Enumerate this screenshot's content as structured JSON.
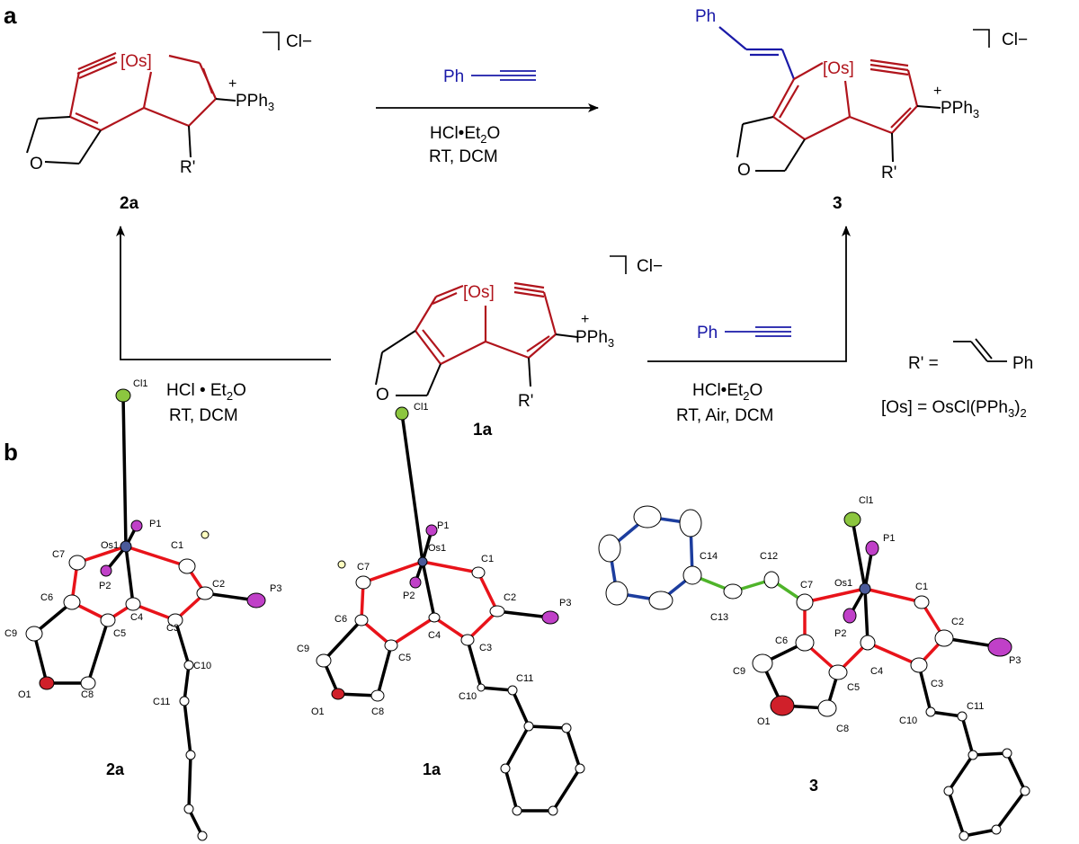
{
  "colors": {
    "red": "#b0141c",
    "blue": "#1a1aa8",
    "bond_red": "#e8131a",
    "bond_black": "#000000",
    "bond_green": "#4fb42a",
    "bond_blue": "#1c3d9e",
    "cl_green": "#8cc63f",
    "p_magenta": "#c040c8",
    "o_red": "#d0202a",
    "os_blue": "#4a5a9a"
  },
  "panel_a": {
    "label": "a",
    "compound_2a": {
      "label": "2a",
      "os": "[Os]",
      "counterion": "Cl−",
      "charge": "+",
      "pph3": "PPh",
      "pph3_sub": "3",
      "o": "O",
      "r": "R'"
    },
    "compound_3": {
      "label": "3",
      "os": "[Os]",
      "counterion": "Cl−",
      "charge": "+",
      "pph3": "PPh",
      "pph3_sub": "3",
      "o": "O",
      "r": "R'",
      "ph": "Ph"
    },
    "compound_1a": {
      "label": "1a",
      "os": "[Os]",
      "counterion": "Cl−",
      "charge": "+",
      "pph3": "PPh",
      "pph3_sub": "3",
      "o": "O",
      "r": "R'"
    },
    "arrow_top": {
      "reagent": "Ph",
      "cond1": "HCl•Et",
      "cond1_sub": "2",
      "cond1_end": "O",
      "cond2": "RT, DCM"
    },
    "arrow_left": {
      "cond1": "HCl • Et",
      "cond1_sub": "2",
      "cond1_end": "O",
      "cond2": "RT, DCM"
    },
    "arrow_right": {
      "reagent": "Ph",
      "cond1": "HCl•Et",
      "cond1_sub": "2",
      "cond1_end": "O",
      "cond2": "RT, Air, DCM"
    },
    "legend": {
      "r_def": "R' =",
      "r_ph": "Ph",
      "os_def": "[Os] = OsCl(PPh",
      "os_sub": "3",
      "os_end": ")",
      "os_sub2": "2"
    }
  },
  "panel_b": {
    "label": "b",
    "struct_2a": {
      "label": "2a",
      "atoms": {
        "cl1": "Cl1",
        "p1": "P1",
        "os1": "Os1",
        "c1": "C1",
        "c7": "C7",
        "c2": "C2",
        "p3": "P3",
        "p2": "P2",
        "c6": "C6",
        "c4": "C4",
        "c3": "C3",
        "c9": "C9",
        "c5": "C5",
        "c10": "C10",
        "o1": "O1",
        "c8": "C8",
        "c11": "C11"
      }
    },
    "struct_1a": {
      "label": "1a",
      "atoms": {
        "cl1": "Cl1",
        "p1": "P1",
        "os1": "Os1",
        "c7": "C7",
        "c1": "C1",
        "c6": "C6",
        "c2": "C2",
        "p3": "P3",
        "p2": "P2",
        "c9": "C9",
        "c5": "C5",
        "c4": "C4",
        "c3": "C3",
        "c11": "C11",
        "o1": "O1",
        "c8": "C8",
        "c10": "C10"
      }
    },
    "struct_3": {
      "label": "3",
      "atoms": {
        "cl1": "Cl1",
        "c14": "C14",
        "c12": "C12",
        "p1": "P1",
        "c7": "C7",
        "os1": "Os1",
        "c1": "C1",
        "c13": "C13",
        "c2": "C2",
        "c6": "C6",
        "p2": "P2",
        "p3": "P3",
        "c9": "C9",
        "c4": "C4",
        "c5": "C5",
        "c3": "C3",
        "o1": "O1",
        "c10": "C10",
        "c11": "C11",
        "c8": "C8"
      }
    }
  }
}
